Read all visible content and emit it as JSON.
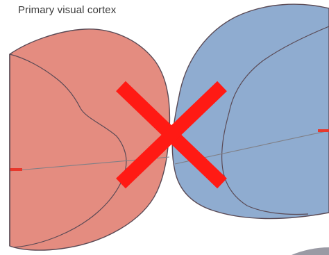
{
  "diagram": {
    "title": "Primary visual cortex",
    "colors": {
      "left_hemisphere_fill": "#e48c80",
      "right_hemisphere_fill": "#8facd0",
      "outline": "#5a4a55",
      "cross": "#ff1a14",
      "red_marker": "#e8382c",
      "axis_line": "#7f7f86"
    },
    "left_hemisphere": {
      "label": "",
      "shape": "rounded-lobe"
    },
    "right_hemisphere": {
      "label": "",
      "shape": "rounded-lobe"
    },
    "cross_mark": {
      "symbol": "X",
      "meaning": "no crossing"
    }
  }
}
